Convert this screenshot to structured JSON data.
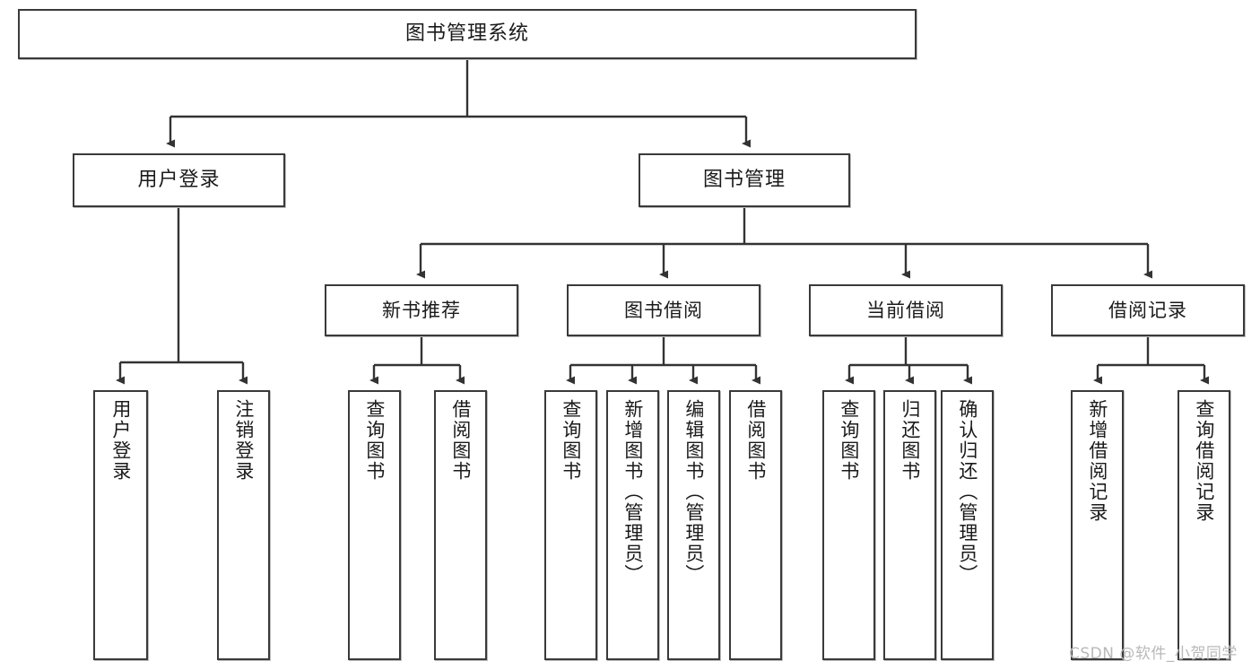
{
  "diagram": {
    "title": "图书管理系统",
    "type": "tree-hierarchy",
    "root": {
      "id": "root",
      "label": "图书管理系统"
    },
    "level2": [
      {
        "id": "user-login",
        "label": "用户登录"
      },
      {
        "id": "book-manage",
        "label": "图书管理"
      }
    ],
    "level3": [
      {
        "id": "new-book-rec",
        "label": "新书推荐",
        "parent": "book-manage"
      },
      {
        "id": "book-borrow",
        "label": "图书借阅",
        "parent": "book-manage"
      },
      {
        "id": "current-borrow",
        "label": "当前借阅",
        "parent": "book-manage"
      },
      {
        "id": "borrow-record",
        "label": "借阅记录",
        "parent": "book-manage"
      }
    ],
    "leaves": [
      {
        "id": "leaf-user-login",
        "label": "用户登录",
        "parent": "user-login"
      },
      {
        "id": "leaf-user-logout",
        "label": "注销登录",
        "parent": "user-login"
      },
      {
        "id": "leaf-query-book-1",
        "label": "查询图书",
        "parent": "new-book-rec"
      },
      {
        "id": "leaf-borrow-book-1",
        "label": "借阅图书",
        "parent": "new-book-rec"
      },
      {
        "id": "leaf-query-book-2",
        "label": "查询图书",
        "parent": "book-borrow"
      },
      {
        "id": "leaf-add-book",
        "label": "新增图书（管理员）",
        "parent": "book-borrow"
      },
      {
        "id": "leaf-edit-book",
        "label": "编辑图书（管理员）",
        "parent": "book-borrow"
      },
      {
        "id": "leaf-borrow-book-2",
        "label": "借阅图书",
        "parent": "book-borrow"
      },
      {
        "id": "leaf-query-book-3",
        "label": "查询图书",
        "parent": "current-borrow"
      },
      {
        "id": "leaf-return-book",
        "label": "归还图书",
        "parent": "current-borrow"
      },
      {
        "id": "leaf-confirm-return",
        "label": "确认归还（管理员）",
        "parent": "current-borrow"
      },
      {
        "id": "leaf-add-record",
        "label": "新增借阅记录",
        "parent": "borrow-record"
      },
      {
        "id": "leaf-query-record",
        "label": "查询借阅记录",
        "parent": "borrow-record"
      }
    ],
    "colors": {
      "border": "#3a3a3a",
      "background": "#ffffff",
      "text": "#1a1a1a",
      "edge": "#333333",
      "watermark": "#b9b9b9"
    }
  },
  "watermark": {
    "text": "CSDN @软件_小贺同学"
  }
}
